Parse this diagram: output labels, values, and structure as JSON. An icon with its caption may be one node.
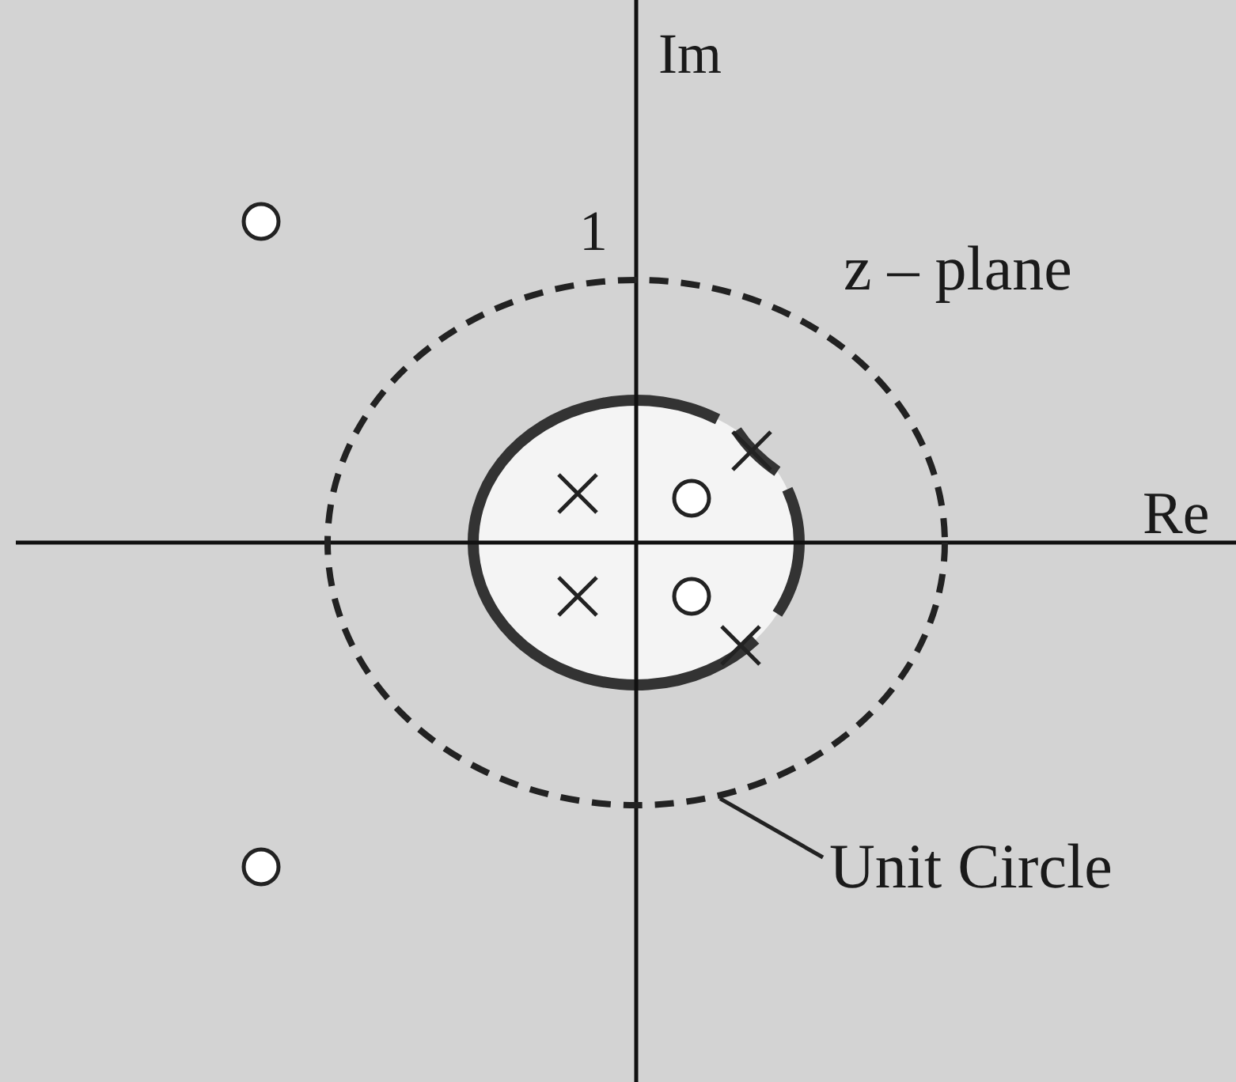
{
  "diagram": {
    "nodes": [
      {
        "text": [
          "Unit Circle"
        ]
      },
      {
        "text": [],
        "shape": "circle"
      }
    ],
    "edges": [
      {
        "from": 0,
        "to": 1,
        "arrow": "none"
      }
    ],
    "labels": [
      "Im",
      "1",
      "z – plane",
      "Re"
    ]
  }
}
